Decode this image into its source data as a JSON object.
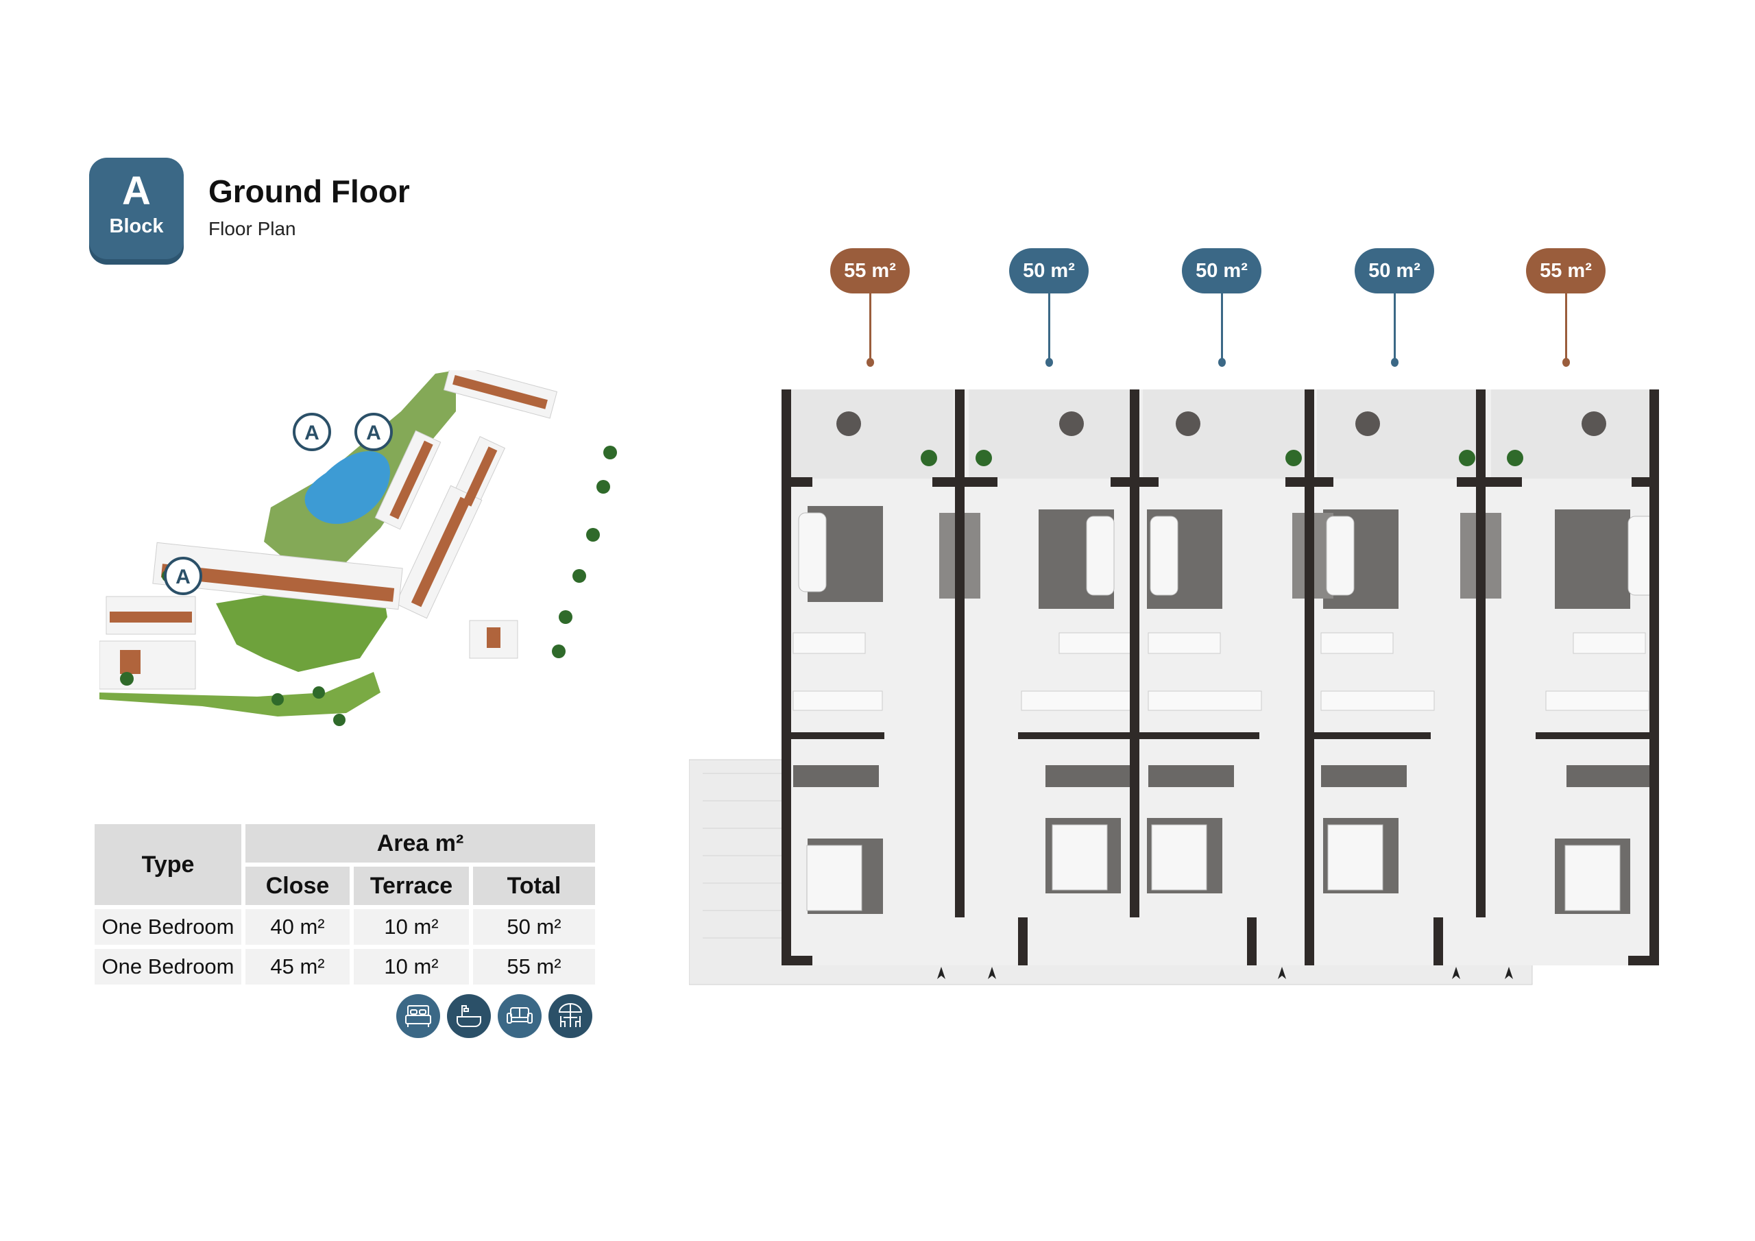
{
  "header": {
    "block_letter": "A",
    "block_word": "Block",
    "title": "Ground Floor",
    "subtitle": "Floor Plan",
    "badge_color": "#3b6886"
  },
  "site_plan": {
    "markers": [
      "A",
      "A",
      "A"
    ]
  },
  "area_table": {
    "headers": {
      "type": "Type",
      "area": "Area m²",
      "close": "Close",
      "terrace": "Terrace",
      "total": "Total"
    },
    "rows": [
      {
        "type": "One Bedroom",
        "close": "40 m²",
        "terrace": "10 m²",
        "total": "50 m²"
      },
      {
        "type": "One Bedroom",
        "close": "45 m²",
        "terrace": "10 m²",
        "total": "55 m²"
      }
    ]
  },
  "amenities": [
    {
      "icon": "bed-icon"
    },
    {
      "icon": "bathtub-shower-icon"
    },
    {
      "icon": "sofa-icon"
    },
    {
      "icon": "terrace-umbrella-table-icon"
    }
  ],
  "floor_plan": {
    "units": [
      {
        "area": "55 m²",
        "color": "#9a5d3c"
      },
      {
        "area": "50 m²",
        "color": "#3b6886"
      },
      {
        "area": "50 m²",
        "color": "#3b6886"
      },
      {
        "area": "50 m²",
        "color": "#3b6886"
      },
      {
        "area": "55 m²",
        "color": "#9a5d3c"
      }
    ],
    "colors": {
      "wall": "#2f2a28",
      "floor": "#ececec",
      "rug": "#6e6c6a",
      "terrace": "#e4e4e4"
    }
  }
}
